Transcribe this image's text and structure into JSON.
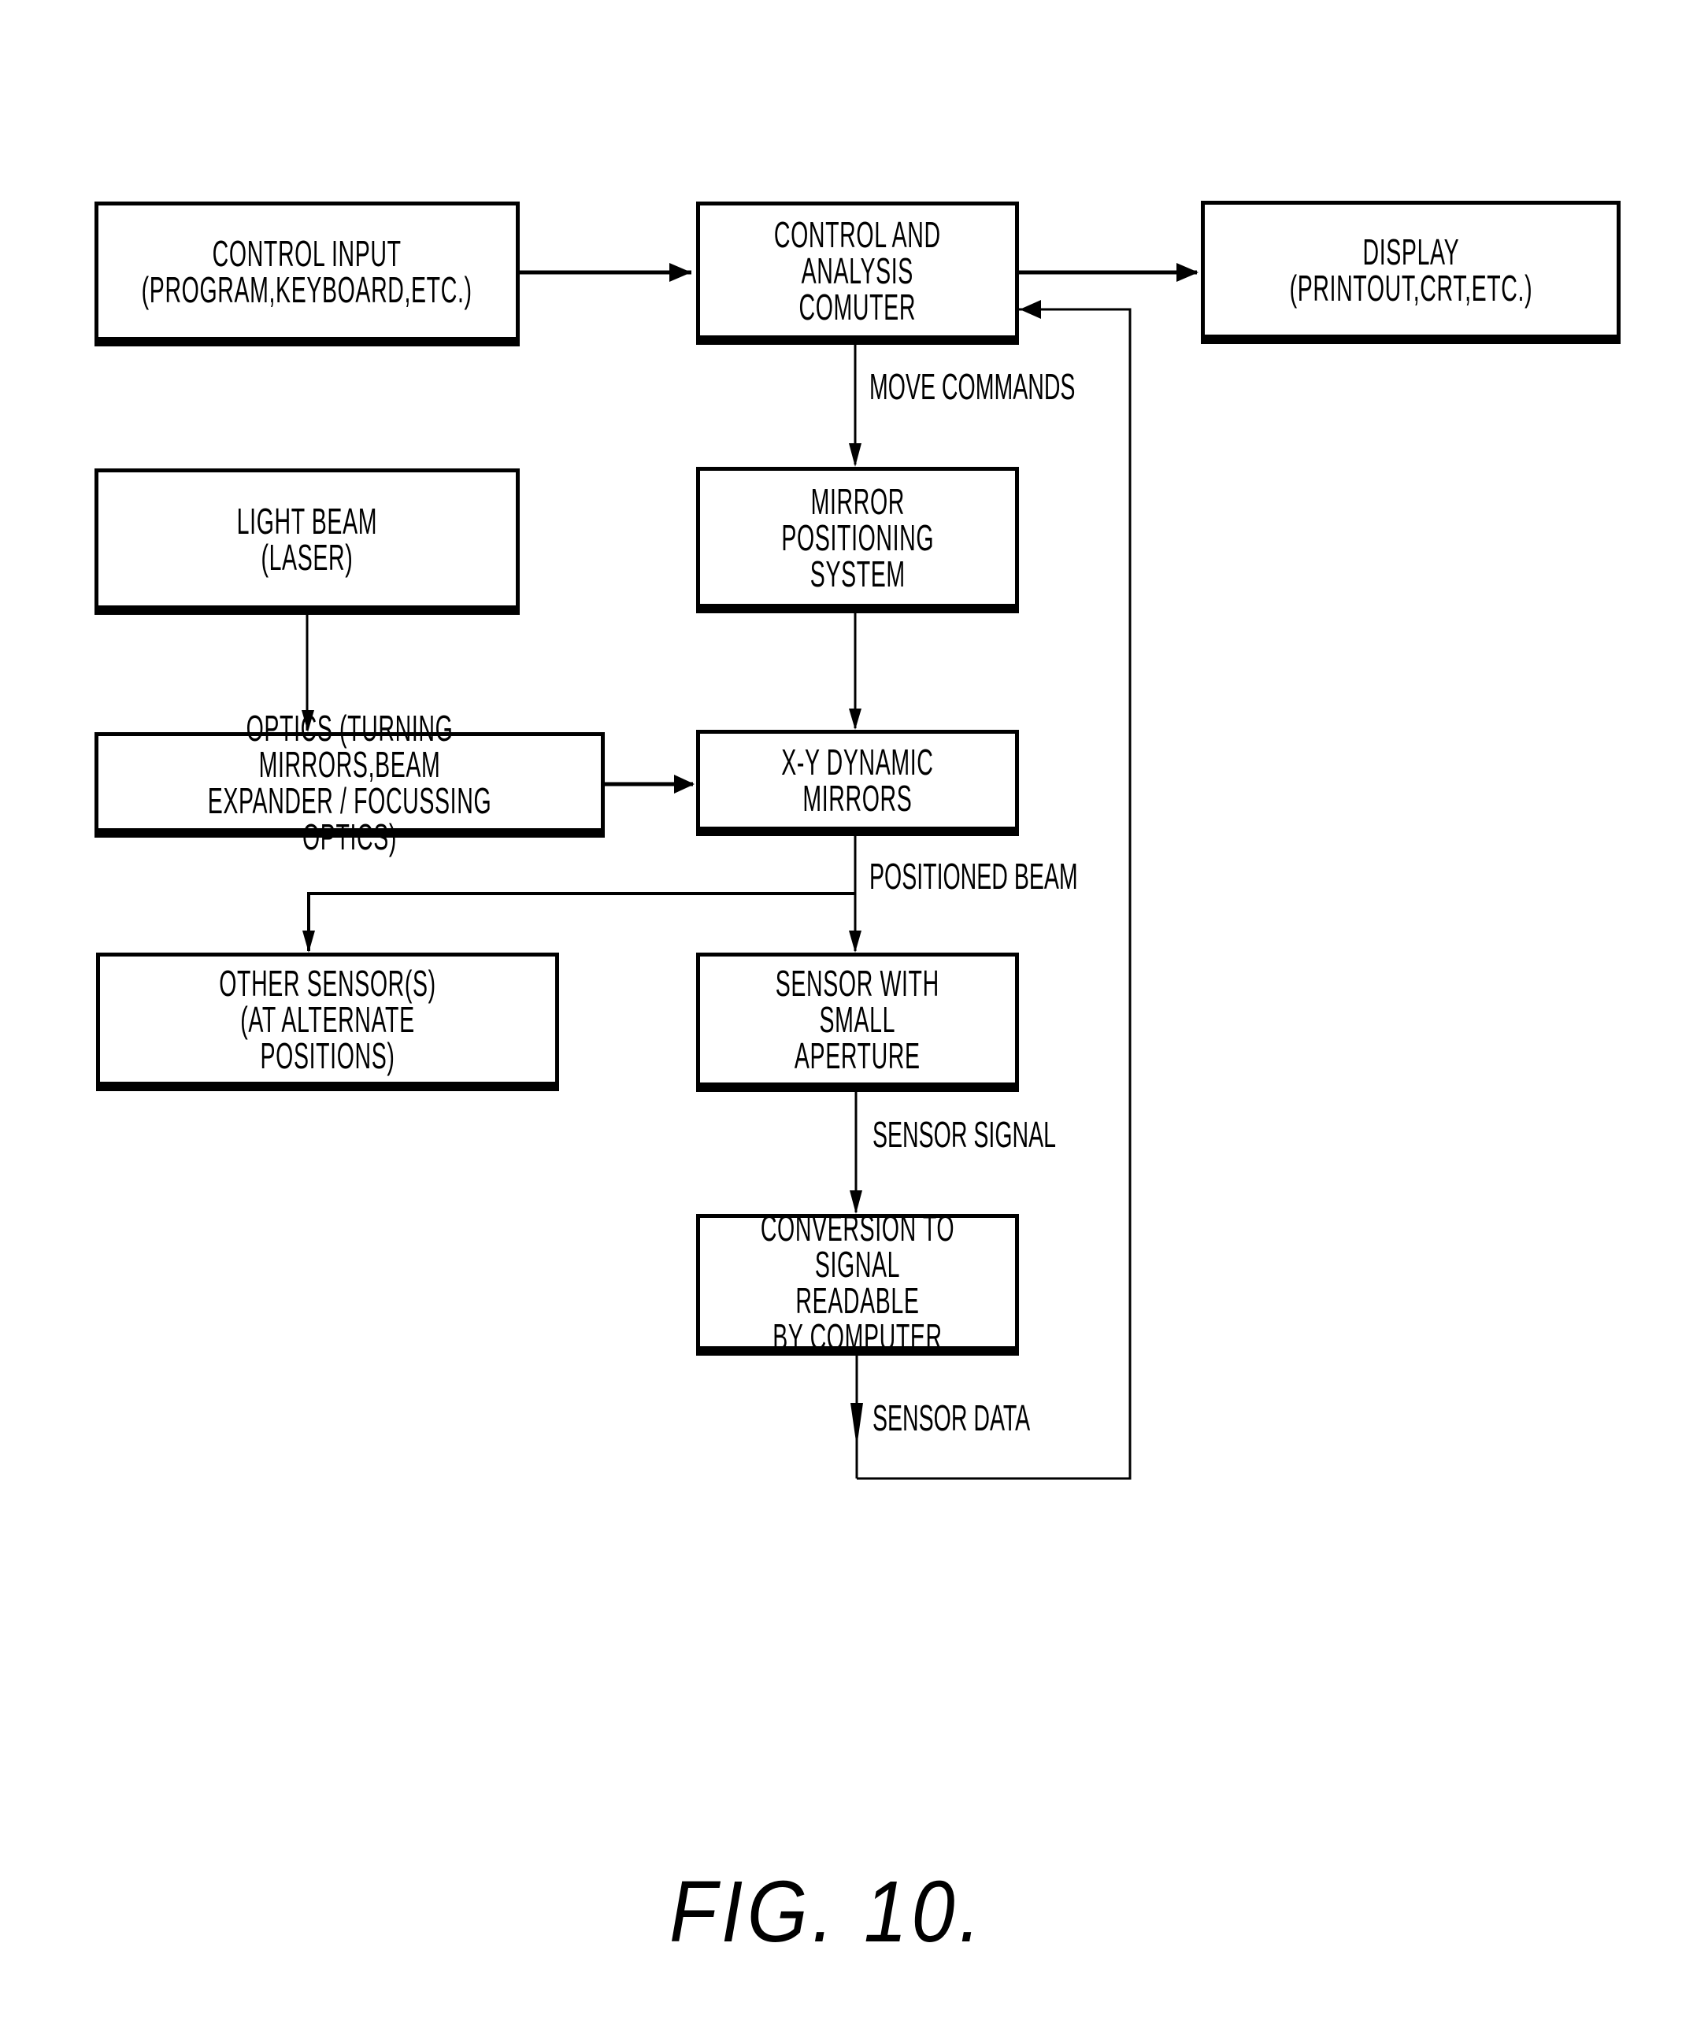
{
  "figure": {
    "caption": "FIG. 10."
  },
  "boxes": {
    "control_input": "CONTROL INPUT\n(PROGRAM,KEYBOARD,ETC.)",
    "computer": "CONTROL AND\nANALYSIS\nCOMUTER",
    "display": "DISPLAY\n(PRINTOUT,CRT,ETC.)",
    "light_beam": "LIGHT  BEAM\n(LASER)",
    "mirror_positioning": "MIRROR\nPOSITIONING\nSYSTEM",
    "optics": "OPTICS (TURNING MIRRORS,BEAM\nEXPANDER / FOCUSSING OPTICS)",
    "xy_mirrors": "X-Y DYNAMIC\nMIRRORS",
    "other_sensors": "OTHER SENSOR(S)\n(AT ALTERNATE POSITIONS)",
    "sensor_aperture": "SENSOR WITH\nSMALL\nAPERTURE",
    "conversion": "CONVERSION  TO\nSIGNAL  READABLE\nBY  COMPUTER"
  },
  "edge_labels": {
    "move_commands": "MOVE COMMANDS",
    "positioned_beam": "POSITIONED  BEAM",
    "sensor_signal": "SENSOR SIGNAL",
    "sensor_data": "SENSOR DATA"
  },
  "connections": [
    {
      "from": "control_input",
      "to": "computer"
    },
    {
      "from": "computer",
      "to": "display"
    },
    {
      "from": "computer",
      "to": "mirror_positioning",
      "label": "move_commands"
    },
    {
      "from": "mirror_positioning",
      "to": "xy_mirrors"
    },
    {
      "from": "light_beam",
      "to": "optics"
    },
    {
      "from": "optics",
      "to": "xy_mirrors"
    },
    {
      "from": "xy_mirrors",
      "to": "sensor_aperture",
      "label": "positioned_beam"
    },
    {
      "from": "xy_mirrors",
      "to": "other_sensors",
      "label": "positioned_beam"
    },
    {
      "from": "sensor_aperture",
      "to": "conversion",
      "label": "sensor_signal"
    },
    {
      "from": "conversion",
      "to": "computer",
      "label": "sensor_data"
    }
  ]
}
